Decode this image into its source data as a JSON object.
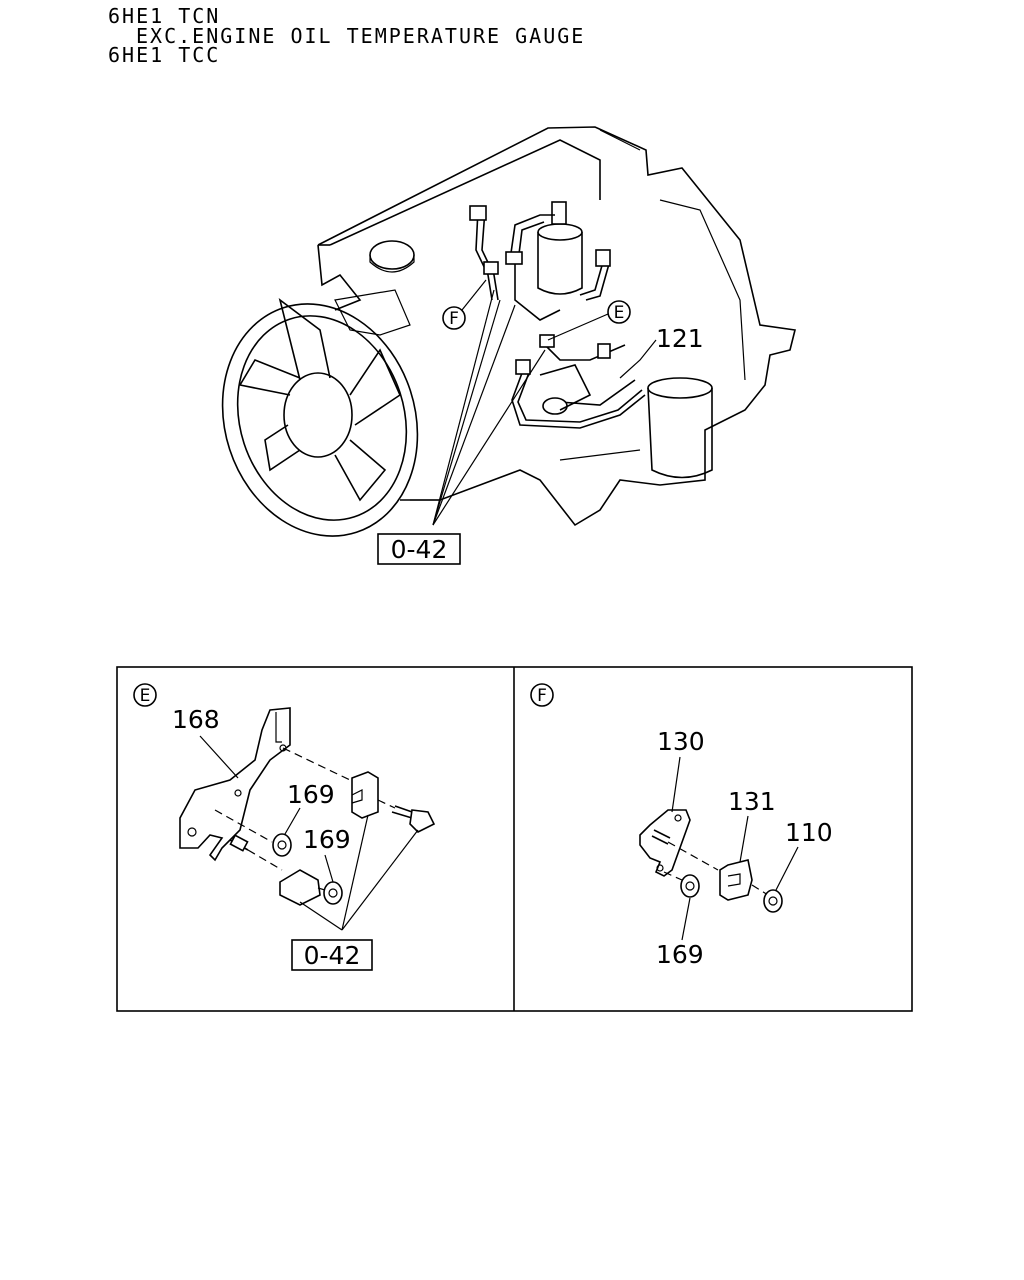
{
  "header": {
    "line1": "6HE1 TCN",
    "line2": "EXC.ENGINE OIL TEMPERATURE GAUGE",
    "line3": "6HE1 TCC"
  },
  "main_view": {
    "callout_f": "F",
    "callout_e": "E",
    "part_121": "121",
    "ref_box": "0-42"
  },
  "detail_e": {
    "tag": "E",
    "part_168": "168",
    "part_169_a": "169",
    "part_169_b": "169",
    "ref_box": "0-42"
  },
  "detail_f": {
    "tag": "F",
    "part_130": "130",
    "part_131": "131",
    "part_110": "110",
    "part_169": "169"
  }
}
